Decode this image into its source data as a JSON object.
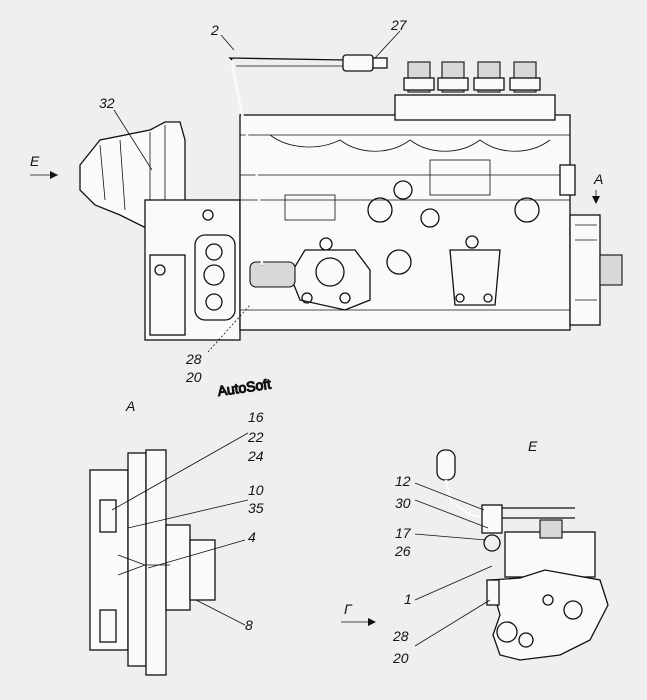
{
  "diagram": {
    "main_labels": {
      "c2": "2",
      "c27": "27",
      "c32": "32",
      "cE": "Е",
      "cA": "А",
      "c28": "28",
      "c20": "20"
    },
    "view_a": {
      "title": "А",
      "c16": "16",
      "c22": "22",
      "c24": "24",
      "c10": "10",
      "c35": "35",
      "c4": "4",
      "c8": "8"
    },
    "view_e": {
      "title": "Е",
      "c12": "12",
      "c30": "30",
      "c17": "17",
      "c26": "26",
      "c1": "1",
      "c28": "28",
      "c20": "20",
      "gamma": "Г"
    },
    "watermark": "AutoSoft"
  }
}
